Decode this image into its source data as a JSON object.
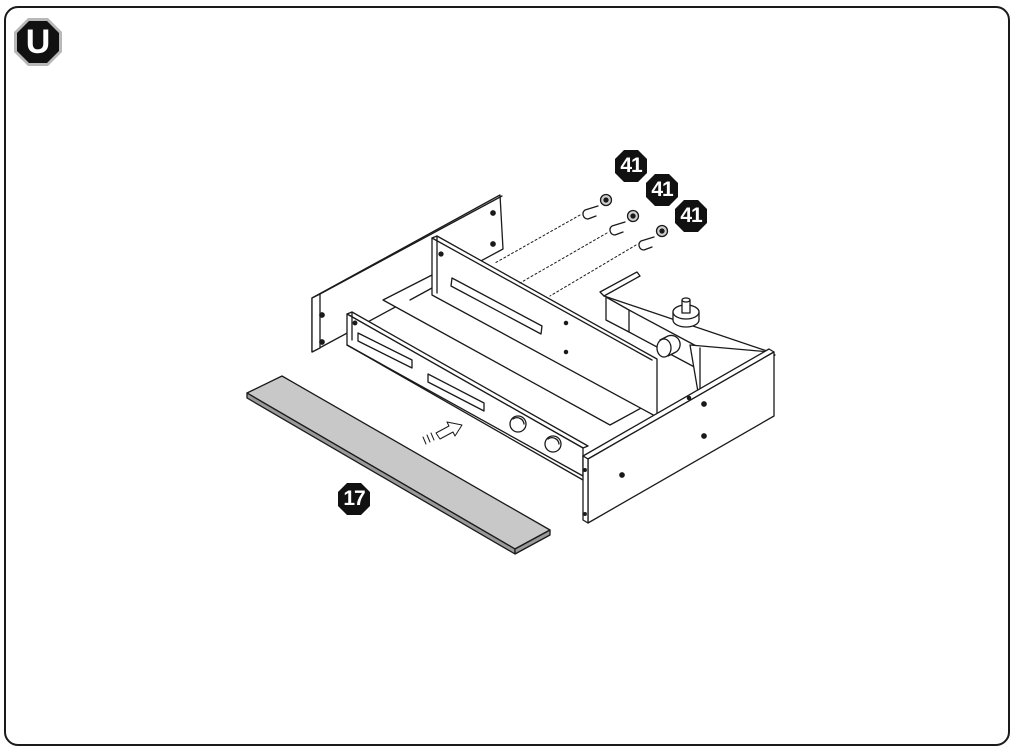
{
  "step": {
    "letter": "U"
  },
  "parts": {
    "panel_label": "17",
    "hook_labels": [
      "41",
      "41",
      "41"
    ]
  },
  "colors": {
    "line": "#1a1a1a",
    "badge": "#111111",
    "panel_fill": "#c8c8c8",
    "background": "#ffffff"
  },
  "icons": [
    "octagon-step-badge",
    "hook-fastener-icon",
    "insert-arrow-icon"
  ]
}
